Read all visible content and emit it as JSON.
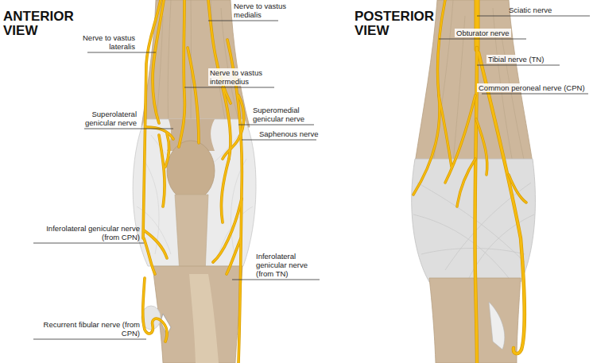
{
  "diagram": {
    "labels": [
      "ANTERIOR VIEW",
      "Nerve to vastus medialis",
      "Nerve to vastus lateralis",
      "Nerve to vastus intermedius",
      "Superolateral genicular nerve",
      "Superomedial genicular nerve",
      "Saphenous nerve",
      "Inferolateral genicular nerve (from CPN)",
      "Inferolateral genicular nerve (from TN)",
      "Recurrent fibular nerve (from CPN)",
      "POSTERIOR VIEW",
      "Sciatic nerve",
      "Obturator nerve",
      "Tibial nerve (TN)",
      "Common peroneal nerve (CPN)"
    ]
  }
}
